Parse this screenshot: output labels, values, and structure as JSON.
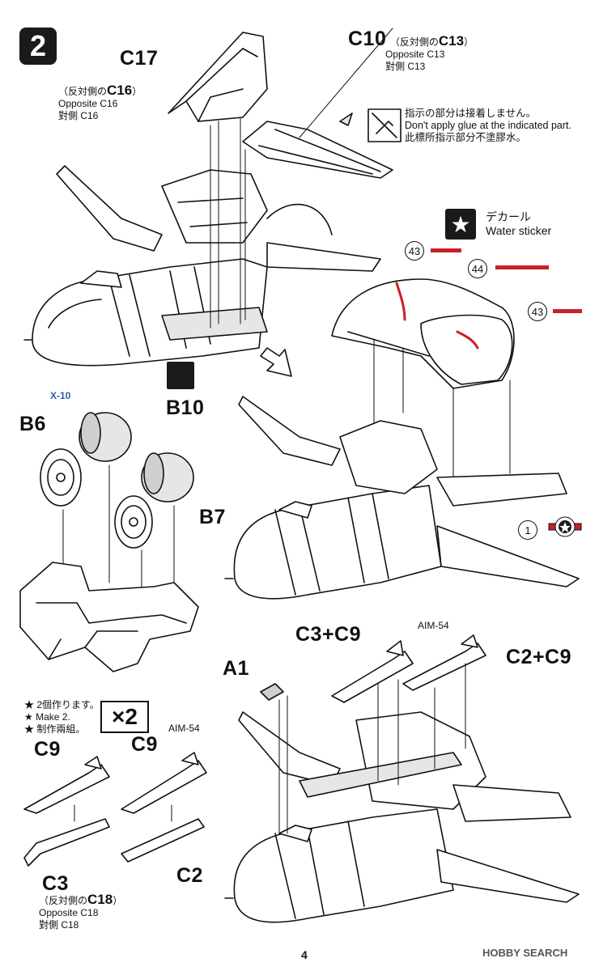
{
  "step": {
    "number": "2"
  },
  "labels": {
    "c17": "C17",
    "c16_note_jp_prefix": "（反対側の",
    "c16_note_part": "C16",
    "c16_note_jp_suffix": "）",
    "c16_opposite": "Opposite C16",
    "c16_zh": "對側 C16",
    "c10": "C10",
    "c10_jp_prefix": "（反対側の",
    "c10_part": "C13",
    "c10_jp_suffix": "）",
    "c10_opposite": "Opposite C13",
    "c10_zh": "對側 C13",
    "b10": "B10",
    "x10": "X-10",
    "b6": "B6",
    "b7": "B7",
    "a1": "A1",
    "c3c9": "C3+C9",
    "c2c9": "C2+C9",
    "aim54_top": "AIM-54",
    "aim54_left": "AIM-54",
    "c9_left": "C9",
    "c9_right": "C9",
    "c3": "C3",
    "c2": "C2",
    "c18_jp_prefix": "（反対側の",
    "c18_part": "C18",
    "c18_jp_suffix": "）",
    "c18_opposite": "Opposite C18",
    "c18_zh": "對側 C18"
  },
  "glue_note": {
    "jp": "指示の部分は接着しません。",
    "en": "Don't apply glue at the indicated part.",
    "zh": "此標所指示部分不塗膠水。"
  },
  "decal_note": {
    "jp": "デカール",
    "en": "Water sticker"
  },
  "decal_numbers": {
    "d43a": "43",
    "d44": "44",
    "d43b": "43",
    "d1": "1"
  },
  "make_two": {
    "jp": "★ 2個作ります。",
    "en": "★ Make 2.",
    "zh": "★ 制作兩組。",
    "badge": "×2"
  },
  "footer": {
    "page": "4",
    "watermark": "HOBBY SEARCH"
  },
  "colors": {
    "decal_red": "#c8202b",
    "ink": "#111111",
    "x10_blue": "#2a5aa8"
  }
}
